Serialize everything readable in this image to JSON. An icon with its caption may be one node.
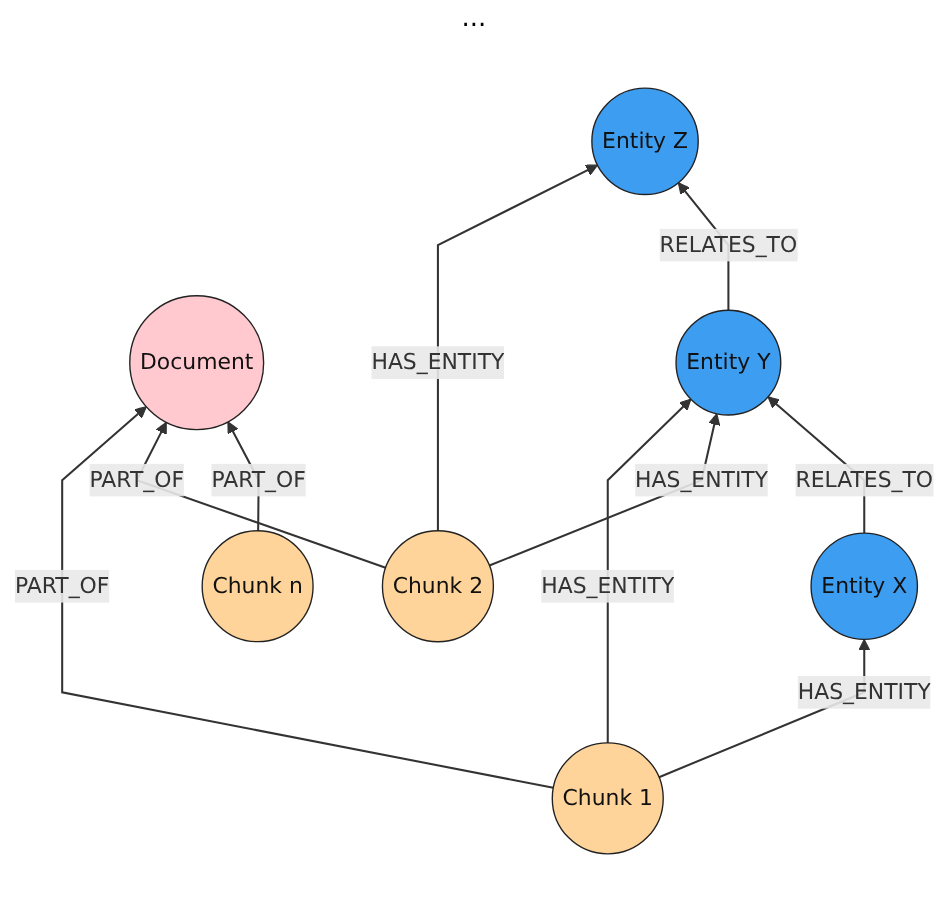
{
  "diagram": {
    "nodes": [
      {
        "text": [
          "Document"
        ]
      },
      {
        "text": [
          "Chunk 1"
        ]
      },
      {
        "text": [
          "Chunk 2"
        ]
      },
      {
        "text": [
          "Chunk n"
        ]
      },
      {
        "text": [
          "Entity X"
        ]
      },
      {
        "text": [
          "Entity Y"
        ]
      },
      {
        "text": [
          "Entity Z"
        ]
      }
    ],
    "edges": [
      {
        "from": 1,
        "to": 0,
        "arrow": "to",
        "label": "PART_OF"
      },
      {
        "from": 2,
        "to": 0,
        "arrow": "to",
        "label": "PART_OF"
      },
      {
        "from": 3,
        "to": 0,
        "arrow": "to",
        "label": "PART_OF"
      },
      {
        "from": 1,
        "to": 4,
        "arrow": "to",
        "label": "HAS_ENTITY"
      },
      {
        "from": 1,
        "to": 5,
        "arrow": "to",
        "label": "HAS_ENTITY"
      },
      {
        "from": 2,
        "to": 5,
        "arrow": "to",
        "label": "HAS_ENTITY"
      },
      {
        "from": 2,
        "to": 6,
        "arrow": "to",
        "label": "HAS_ENTITY"
      },
      {
        "from": 4,
        "to": 5,
        "arrow": "to",
        "label": "RELATES_TO"
      },
      {
        "from": 5,
        "to": 6,
        "arrow": "to",
        "label": "RELATES_TO"
      }
    ],
    "labels": [
      "..."
    ]
  }
}
